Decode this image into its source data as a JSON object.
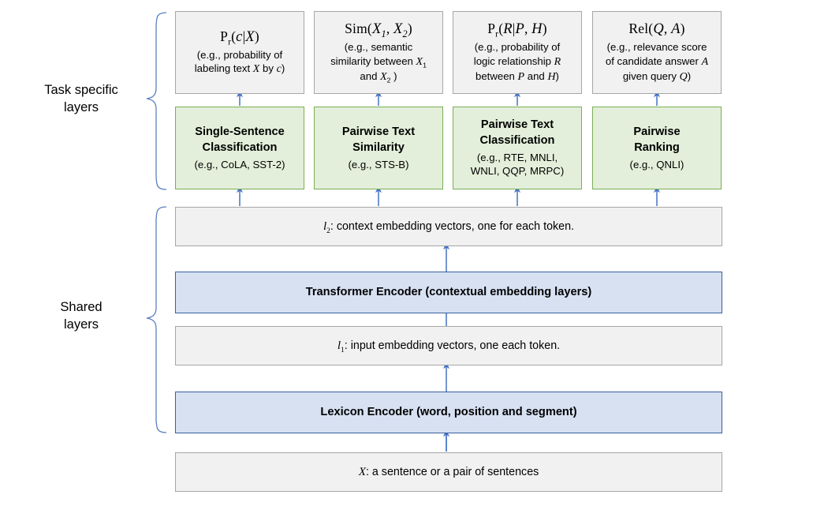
{
  "diagram": {
    "title": "MT-DNN model architecture",
    "colors": {
      "gray_fill": "#F1F1F1",
      "gray_border": "#A6A6A6",
      "green_fill": "#E3EFDA",
      "green_border": "#7CAE55",
      "blue_fill": "#D7E1F2",
      "blue_border": "#3A5FA0",
      "arrow": "#4472C4",
      "brace": "#5B7FBF"
    },
    "side_labels": [
      {
        "id": "task-specific-layers",
        "line1": "Task specific",
        "line2": "layers"
      },
      {
        "id": "shared-layers",
        "line1": "Shared",
        "line2": "layers"
      }
    ],
    "output_boxes": [
      {
        "id": "single-sentence-output",
        "formula_prefix": "P",
        "formula_sub": "r",
        "formula_args": "(c|X)",
        "desc_lines": [
          "(e.g., probability of",
          "labeling text X by c)"
        ]
      },
      {
        "id": "text-similarity-output",
        "formula_prefix": "Sim",
        "formula_sub": "",
        "formula_args": "(X1, X2)",
        "desc_lines": [
          "(e.g., semantic",
          "similarity between X1",
          "and X2 )"
        ]
      },
      {
        "id": "pairwise-classification-output",
        "formula_prefix": "P",
        "formula_sub": "r",
        "formula_args": "(R|P, H)",
        "desc_lines": [
          "(e.g., probability of",
          "logic relationship R",
          "between P and H)"
        ]
      },
      {
        "id": "pairwise-ranking-output",
        "formula_prefix": "Rel",
        "formula_sub": "",
        "formula_args": "(Q, A)",
        "desc_lines": [
          "(e.g., relevance score",
          "of candidate answer A",
          "given query Q)"
        ]
      }
    ],
    "task_boxes": [
      {
        "id": "single-sentence-classification",
        "title_lines": [
          "Single-Sentence",
          "Classification"
        ],
        "desc_lines": [
          "(e.g., CoLA, SST-2)"
        ]
      },
      {
        "id": "pairwise-text-similarity",
        "title_lines": [
          "Pairwise Text",
          "Similarity"
        ],
        "desc_lines": [
          "(e.g., STS-B)"
        ]
      },
      {
        "id": "pairwise-text-classification",
        "title_lines": [
          "Pairwise Text",
          "Classification"
        ],
        "desc_lines": [
          "(e.g., RTE, MNLI,",
          "WNLI, QQP, MRPC)"
        ]
      },
      {
        "id": "pairwise-ranking",
        "title_lines": [
          "Pairwise",
          "Ranking"
        ],
        "desc_lines": [
          "(e.g., QNLI)"
        ]
      }
    ],
    "shared_bars": [
      {
        "id": "l2-context-embedding",
        "symbol": "l",
        "symbol_sub": "2",
        "text": ": context embedding vectors, one for each token.",
        "style": "gray"
      },
      {
        "id": "transformer-encoder",
        "symbol": "",
        "symbol_sub": "",
        "text": "Transformer Encoder (contextual embedding layers)",
        "style": "blue"
      },
      {
        "id": "l1-input-embedding",
        "symbol": "l",
        "symbol_sub": "1",
        "text": ": input embedding vectors, one each token.",
        "style": "gray"
      },
      {
        "id": "lexicon-encoder",
        "symbol": "",
        "symbol_sub": "",
        "text": "Lexicon Encoder (word, position and segment)",
        "style": "blue"
      },
      {
        "id": "input-sentence",
        "symbol": "X",
        "symbol_sub": "",
        "text": ": a sentence or a pair of sentences",
        "style": "gray"
      }
    ]
  }
}
